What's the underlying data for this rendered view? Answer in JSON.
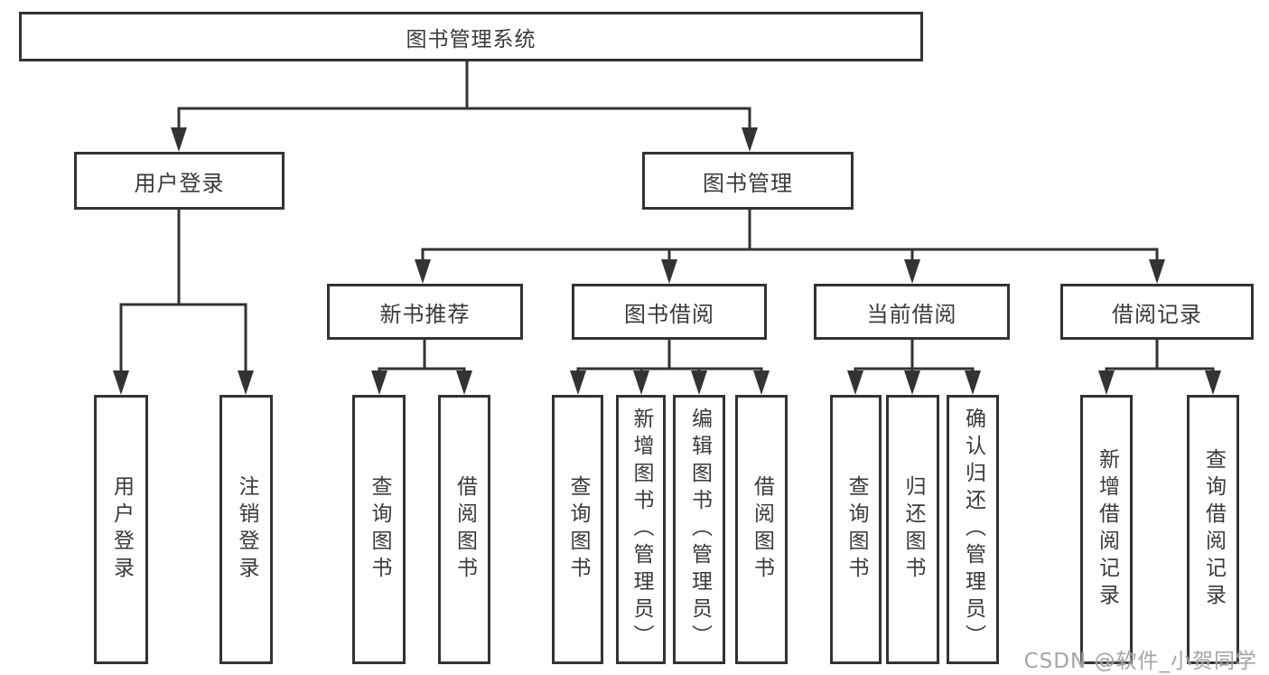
{
  "diagram": {
    "title": "图书管理系统",
    "root": {
      "label": "图书管理系统"
    },
    "level2": [
      {
        "label": "用户登录"
      },
      {
        "label": "图书管理"
      }
    ],
    "level3": [
      {
        "label": "新书推荐"
      },
      {
        "label": "图书借阅"
      },
      {
        "label": "当前借阅"
      },
      {
        "label": "借阅记录"
      }
    ],
    "leaves": [
      {
        "label": "用户登录",
        "parent": "用户登录"
      },
      {
        "label": "注销登录",
        "parent": "用户登录"
      },
      {
        "label": "查询图书",
        "parent": "新书推荐"
      },
      {
        "label": "借阅图书",
        "parent": "新书推荐"
      },
      {
        "label": "查询图书",
        "parent": "图书借阅"
      },
      {
        "label": "新增图书（管理员）",
        "parent": "图书借阅"
      },
      {
        "label": "编辑图书（管理员）",
        "parent": "图书借阅"
      },
      {
        "label": "借阅图书",
        "parent": "图书借阅"
      },
      {
        "label": "查询图书",
        "parent": "当前借阅"
      },
      {
        "label": "归还图书",
        "parent": "当前借阅"
      },
      {
        "label": "确认归还（管理员）",
        "parent": "当前借阅"
      },
      {
        "label": "新增借阅记录",
        "parent": "借阅记录"
      },
      {
        "label": "查询借阅记录",
        "parent": "借阅记录"
      }
    ]
  },
  "watermark": {
    "text": "CSDN @软件_小贺同学"
  },
  "colors": {
    "line": "#333333",
    "border": "#333333",
    "text": "#3a3a3a",
    "watermark": "#9d9d9d",
    "background": "#ffffff"
  }
}
